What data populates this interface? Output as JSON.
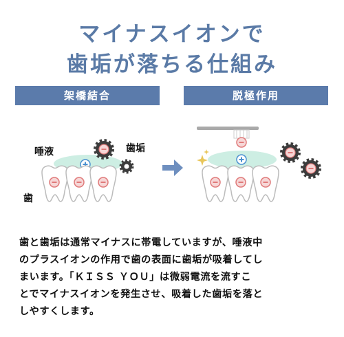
{
  "header": {
    "title_line1": "マイナスイオンで",
    "title_line2": "歯垢が落ちる仕組み"
  },
  "panels": {
    "left": {
      "label": "架橋結合"
    },
    "right": {
      "label": "脱極作用"
    }
  },
  "diagram": {
    "labels": {
      "saliva": "唾液",
      "plaque": "歯垢",
      "tooth": "歯"
    },
    "icons": {
      "plaque_particle": "gear-minus-icon",
      "plus_ion": "plus-ion-icon",
      "minus_ion": "minus-ion-icon",
      "arrow": "arrow-right-icon",
      "sparkle": "sparkle-icon",
      "toothbrush": "toothbrush-icon"
    },
    "colors": {
      "accent": "#5b7bab",
      "title": "#5a7aa6",
      "minus": "#e07a7a",
      "plus": "#4a90d0",
      "saliva": "#cdeee3",
      "gear": "#3c3c3c",
      "arrow": "#6e8fbf",
      "sparkle": "#e8c65a"
    }
  },
  "description": {
    "lines": [
      "歯と歯垢は通常マイナスに帯電していますが、唾液中",
      "のプラスイオンの作用で歯の表面に歯垢が吸着してし",
      "まいます。「ＫＩＳＳ ＹＯＵ」は微弱電流を流すこ",
      "とでマイナスイオンを発生させ、吸着した歯垢を落と",
      "しやすくします。"
    ]
  }
}
